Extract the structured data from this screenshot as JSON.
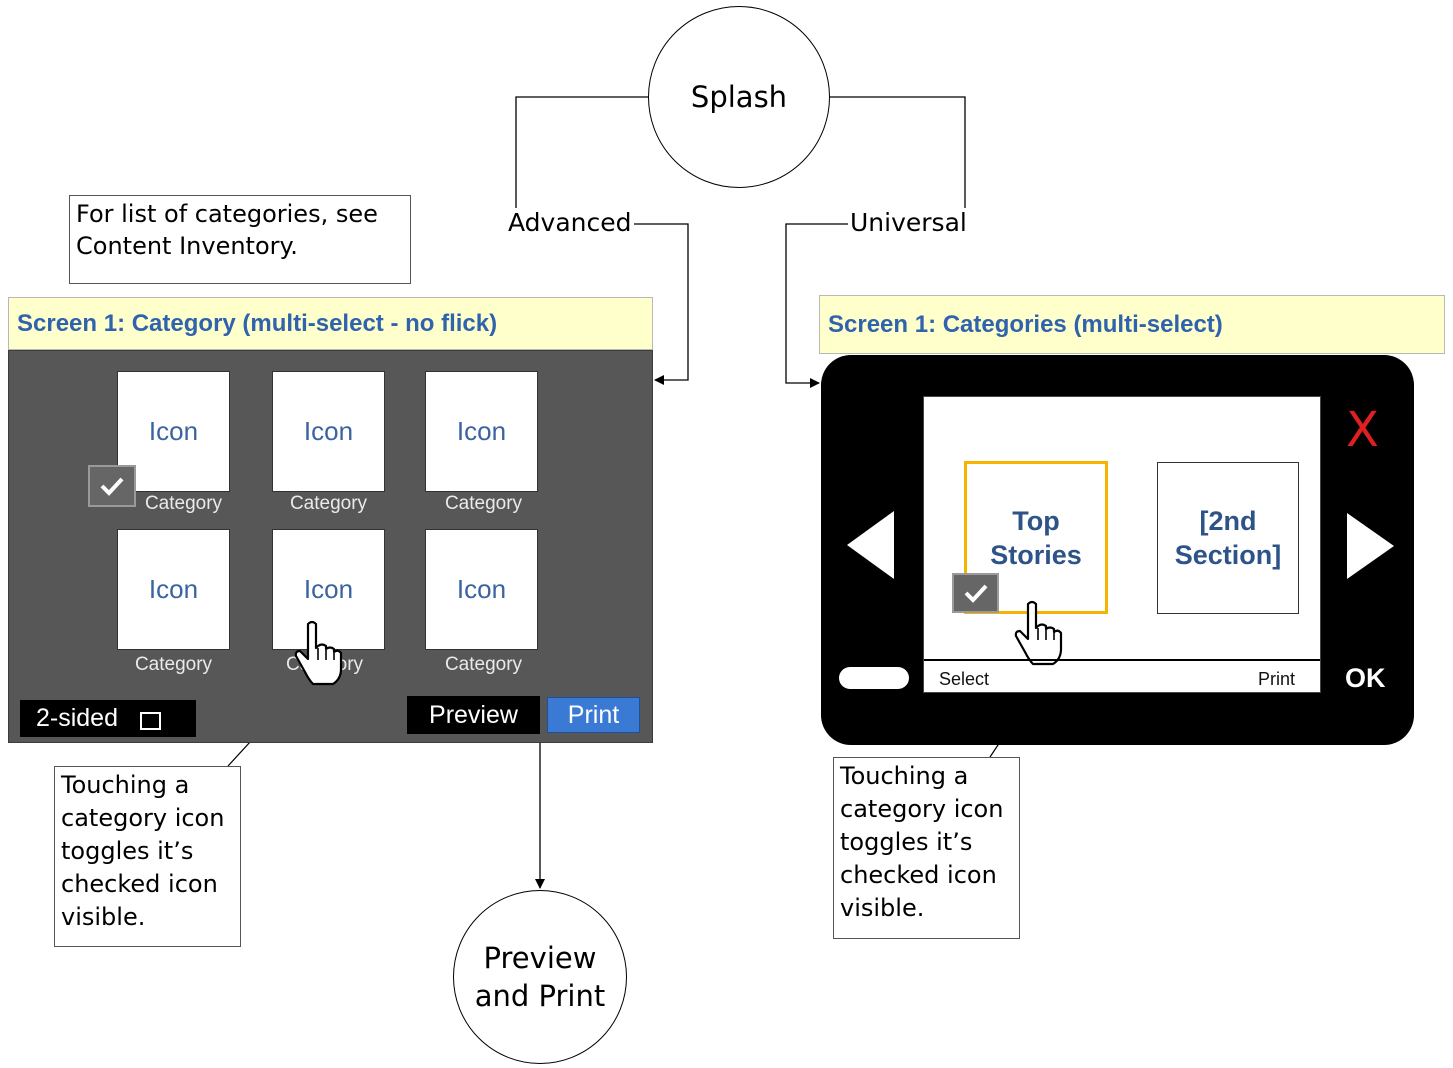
{
  "flow": {
    "splash": "Splash",
    "advanced_label": "Advanced",
    "universal_label": "Universal",
    "preview_print": "Preview\nand  Print"
  },
  "notes": {
    "categories_note": "For list of categories, see\nContent Inventory.",
    "left_toggle_note": "Touching a\ncategory icon\ntoggles it’s\nchecked icon\nvisible.",
    "right_toggle_note": "Touching a\ncategory icon\ntoggles it’s\nchecked icon\nvisible."
  },
  "advanced_screen": {
    "title": "Screen 1: Category (multi-select - no flick)",
    "tiles": [
      {
        "icon": "Icon",
        "caption": "Category",
        "checked": true
      },
      {
        "icon": "Icon",
        "caption": "Category",
        "checked": false
      },
      {
        "icon": "Icon",
        "caption": "Category",
        "checked": false
      },
      {
        "icon": "Icon",
        "caption": "Category",
        "checked": false
      },
      {
        "icon": "Icon",
        "caption": "Category",
        "checked": false
      },
      {
        "icon": "Icon",
        "caption": "Category",
        "checked": false
      }
    ],
    "two_sided_label": "2-sided",
    "preview_label": "Preview",
    "print_label": "Print",
    "check_icon": "checkmark-icon",
    "pointer_icon": "hand-pointer-icon"
  },
  "universal_screen": {
    "title": "Screen 1: Categories (multi-select)",
    "tiles": [
      {
        "label": "Top\nStories",
        "selected": true,
        "checked": true
      },
      {
        "label": "[2nd\nSection]",
        "selected": false,
        "checked": false
      }
    ],
    "softkey_left": "Select",
    "softkey_right": "Print",
    "ok_label": "OK",
    "close_label": "X",
    "prev_icon": "left-arrow-icon",
    "next_icon": "right-arrow-icon",
    "close_color": "#e02020",
    "highlight_color": "#f5b400"
  },
  "colors": {
    "title_bg": "#ffffcc",
    "title_text": "#2f63ad",
    "panel_bg": "#575757",
    "print_button": "#3a7ad4"
  }
}
